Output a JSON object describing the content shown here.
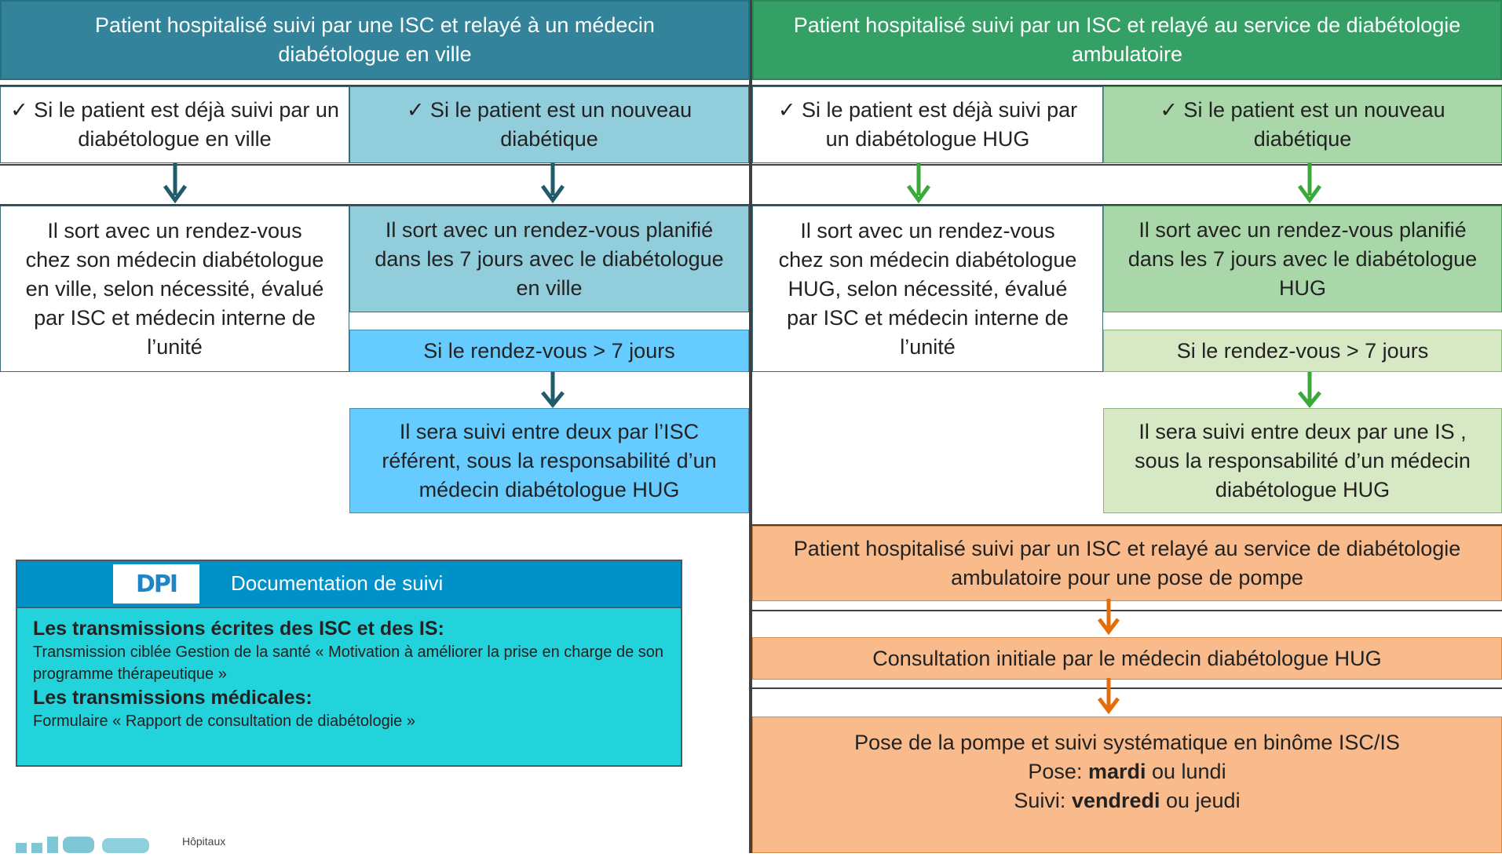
{
  "left_column": {
    "header": "Patient hospitalisé suivi par une ISC et relayé à un médecin diabétologue en ville",
    "already_followed": "✓ Si le patient est déjà suivi par un diabétologue en ville",
    "new_patient": "✓ Si le patient est un nouveau diabétique",
    "outcome_followed": "Il sort avec un rendez-vous chez son médecin diabétologue en ville, selon nécessité, évalué par ISC et médecin interne de l’unité",
    "outcome_new": "Il sort avec un rendez-vous planifié dans les 7 jours avec le diabétologue en ville",
    "condition": "Si le rendez-vous > 7 jours",
    "followup": "Il sera suivi entre deux par l’ISC référent, sous la responsabilité d’un médecin diabétologue HUG"
  },
  "right_column": {
    "header": "Patient hospitalisé  suivi par un ISC et relayé au service de diabétologie ambulatoire",
    "already_followed": "✓ Si le patient est déjà suivi par un diabétologue HUG",
    "new_patient": "✓ Si le patient est un nouveau diabétique",
    "outcome_followed": "Il sort avec un rendez-vous chez son médecin diabétologue HUG, selon nécessité, évalué par ISC et médecin interne de l’unité",
    "outcome_new": "Il sort avec un rendez-vous planifié dans les 7 jours avec le diabétologue HUG",
    "condition": "Si le rendez-vous > 7 jours",
    "followup": "Il sera suivi entre deux par une IS , sous la responsabilité d’un médecin diabétologue HUG"
  },
  "pump_flow": {
    "header": "Patient hospitalisé  suivi par un ISC et relayé au service de diabétologie ambulatoire pour une pose de pompe",
    "consultation": "Consultation initiale par le médecin diabétologue HUG",
    "pose_line": "Pose de la pompe et suivi systématique en binôme ISC/IS",
    "pose_label": "Pose: ",
    "pose_day": "mardi",
    "pose_alt": " ou lundi",
    "suivi_label": "Suivi: ",
    "suivi_day": "vendredi",
    "suivi_alt": " ou jeudi"
  },
  "documentation": {
    "logo_text": "DPI",
    "title": "Documentation de suivi",
    "written_heading": "Les transmissions écrites des ISC et des IS:",
    "written_text": "Transmission ciblée Gestion de la santé « Motivation à améliorer la prise en charge de son programme thérapeutique »",
    "medical_heading": "Les transmissions médicales:",
    "medical_text": "Formulaire « Rapport de consultation de diabétologie »"
  },
  "footer_logo_text": "Hôpitaux",
  "colors": {
    "left_header": "#33839b",
    "right_header": "#35a065",
    "arrow_left": "#1f5b6b",
    "arrow_right": "#3aa83a",
    "arrow_orange": "#e46c0a"
  }
}
